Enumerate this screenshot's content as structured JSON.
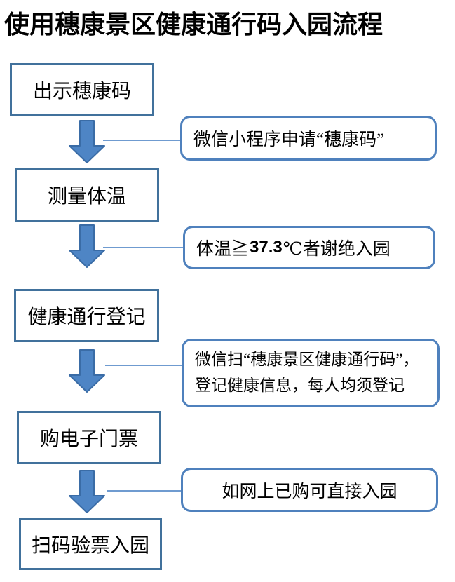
{
  "title": "使用穗康景区健康通行码入园流程",
  "steps": [
    {
      "label": "出示穗康码"
    },
    {
      "label": "测量体温"
    },
    {
      "label": "健康通行登记"
    },
    {
      "label": "购电子门票"
    },
    {
      "label": "扫码验票入园"
    }
  ],
  "callouts": [
    {
      "text": "微信小程序申请“穗康码”"
    },
    {
      "prefix": "体温≧",
      "bold_value": "37.3",
      "suffix": "℃者谢绝入园"
    },
    {
      "lines": [
        "微信扫“穗康景区健康通行码”，",
        "登记健康信息，每人均须登记"
      ]
    },
    {
      "text": "如网上已购可直接入园"
    }
  ],
  "colors": {
    "box_border": "#41719c",
    "callout_border": "#4f81bd",
    "arrow_fill": "#4e85c5",
    "arrow_stroke": "#3a6ca6",
    "connector_line": "#6f9bd0",
    "text": "#000000",
    "background": "#ffffff"
  }
}
